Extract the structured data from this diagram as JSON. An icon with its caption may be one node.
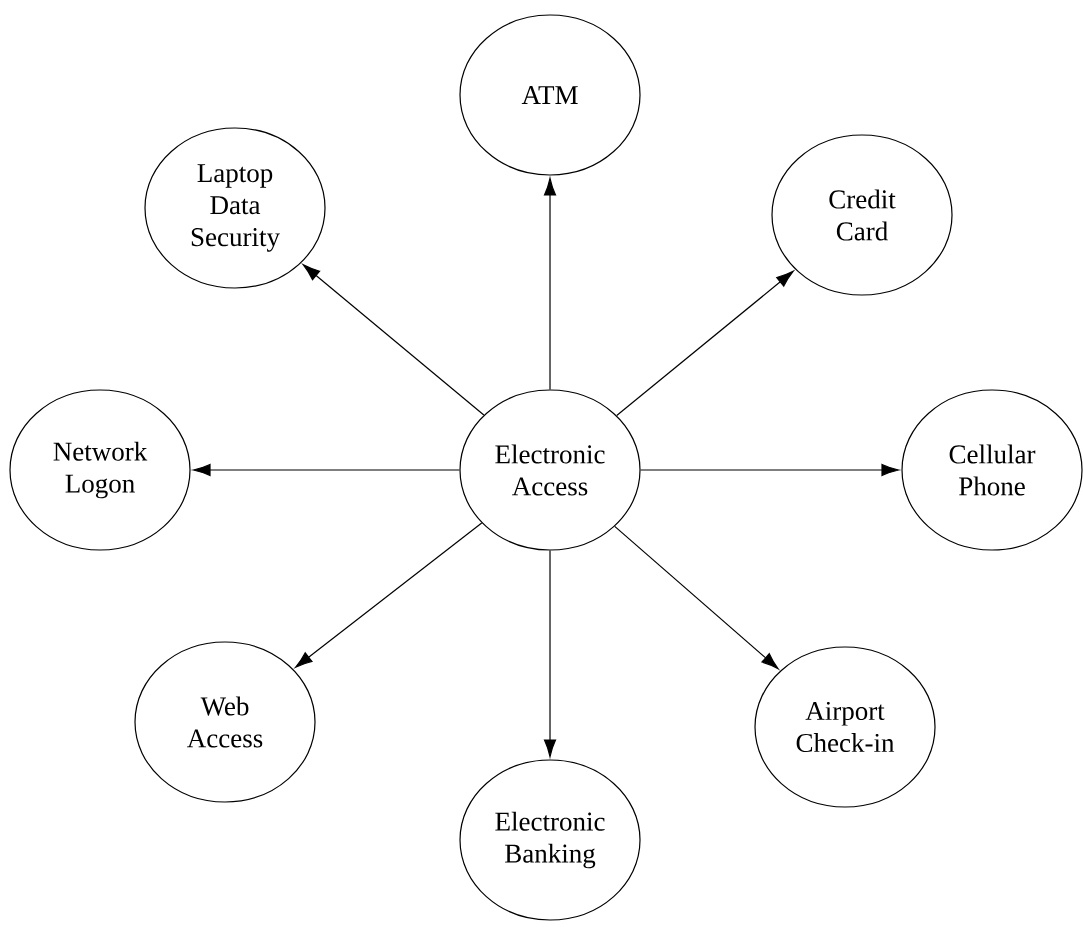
{
  "diagram": {
    "nodes": [
      {
        "text": [
          "Electronic Access"
        ]
      },
      {
        "text": [
          "ATM"
        ]
      },
      {
        "text": [
          "Laptop Data Security"
        ]
      },
      {
        "text": [
          "Credit Card"
        ]
      },
      {
        "text": [
          "Network Logon"
        ]
      },
      {
        "text": [
          "Cellular Phone"
        ]
      },
      {
        "text": [
          "Web Access"
        ]
      },
      {
        "text": [
          "Airport Check-in"
        ]
      },
      {
        "text": [
          "Electronic Banking"
        ]
      }
    ],
    "edges": [
      {
        "from": 0,
        "to": 1,
        "arrow": "to"
      },
      {
        "from": 0,
        "to": 2,
        "arrow": "to"
      },
      {
        "from": 0,
        "to": 3,
        "arrow": "to"
      },
      {
        "from": 0,
        "to": 4,
        "arrow": "to"
      },
      {
        "from": 0,
        "to": 5,
        "arrow": "to"
      },
      {
        "from": 0,
        "to": 6,
        "arrow": "to"
      },
      {
        "from": 0,
        "to": 7,
        "arrow": "to"
      },
      {
        "from": 0,
        "to": 8,
        "arrow": "to"
      }
    ]
  }
}
